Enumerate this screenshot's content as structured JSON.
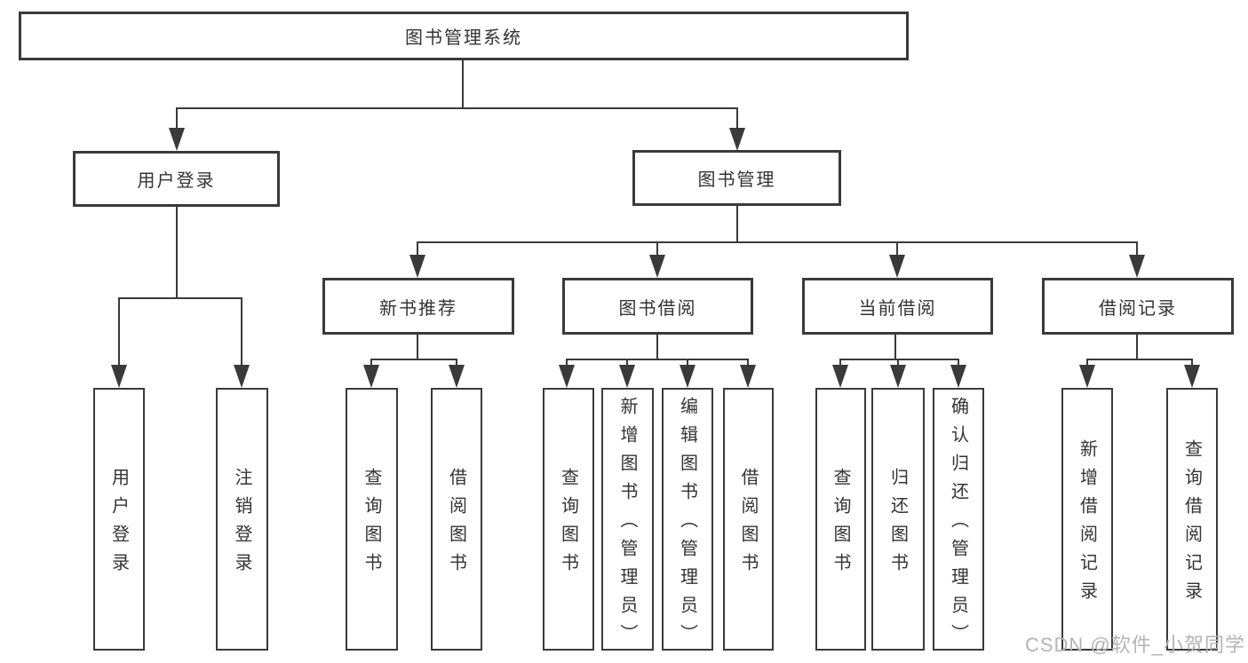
{
  "diagram": {
    "root": {
      "label": "图书管理系统"
    },
    "branches": [
      {
        "label": "用户登录",
        "children": [
          {
            "label": "用户登录"
          },
          {
            "label": "注销登录"
          }
        ]
      },
      {
        "label": "图书管理",
        "children": [
          {
            "label": "新书推荐",
            "children": [
              {
                "label": "查询图书"
              },
              {
                "label": "借阅图书"
              }
            ]
          },
          {
            "label": "图书借阅",
            "children": [
              {
                "label": "查询图书"
              },
              {
                "label": "新增图书（管理员）"
              },
              {
                "label": "编辑图书（管理员）"
              },
              {
                "label": "借阅图书"
              }
            ]
          },
          {
            "label": "当前借阅",
            "children": [
              {
                "label": "查询图书"
              },
              {
                "label": "归还图书"
              },
              {
                "label": "确认归还（管理员）"
              }
            ]
          },
          {
            "label": "借阅记录",
            "children": [
              {
                "label": "新增借阅记录"
              },
              {
                "label": "查询借阅记录"
              }
            ]
          }
        ]
      }
    ]
  },
  "watermark": {
    "text": "CSDN @软件_小贺同学"
  },
  "colors": {
    "line": "#3a3a3a",
    "text": "#333333",
    "watermark": "#b4b4b4",
    "background": "#ffffff"
  }
}
